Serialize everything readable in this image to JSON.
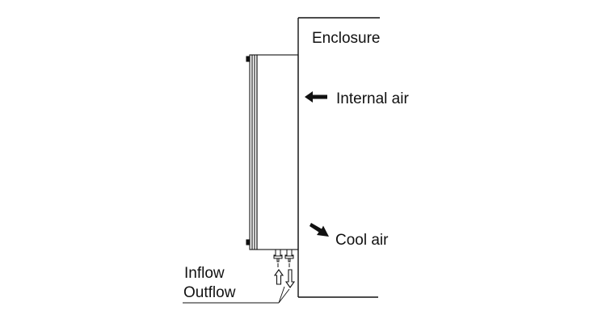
{
  "labels": {
    "enclosure": "Enclosure",
    "internal_air": "Internal air",
    "cool_air": "Cool air",
    "inflow": "Inflow",
    "outflow": "Outflow"
  },
  "colors": {
    "line": "#111111",
    "background": "#ffffff"
  }
}
